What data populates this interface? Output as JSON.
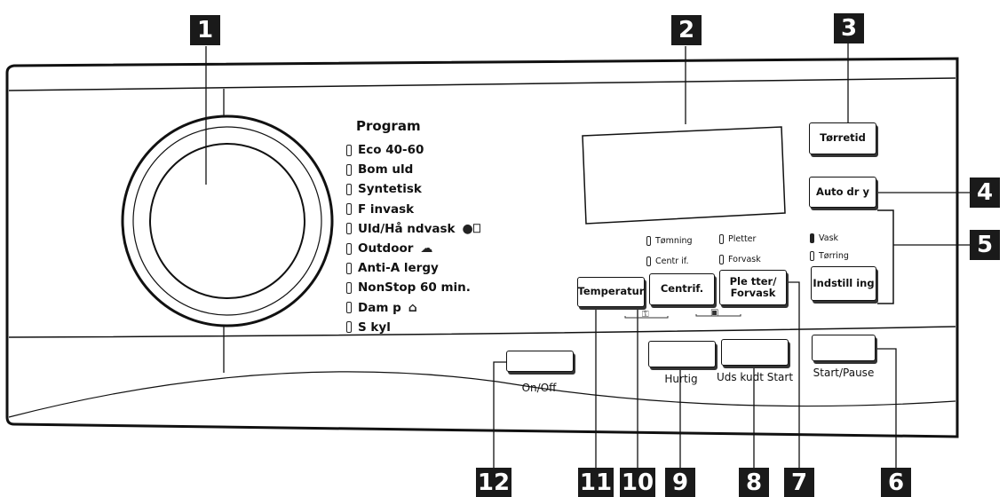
{
  "callouts": [
    "1",
    "2",
    "3",
    "4",
    "5",
    "6",
    "7",
    "8",
    "9",
    "10",
    "11",
    "12"
  ],
  "program": {
    "title": "Program",
    "items": [
      {
        "label": "Eco 40-60",
        "icon": ""
      },
      {
        "label": "Bom uld",
        "icon": ""
      },
      {
        "label": "Syntetisk",
        "icon": ""
      },
      {
        "label": "F invask",
        "icon": ""
      },
      {
        "label": "Uld/Hå ndvask",
        "icon": "wool-handwash-icons"
      },
      {
        "label": "Outdoor",
        "icon": "outdoor-icon"
      },
      {
        "label": "Anti-A lergy",
        "icon": ""
      },
      {
        "label": "NonStop 60 min.",
        "icon": ""
      },
      {
        "label": "Dam p",
        "icon": "steam-icon"
      },
      {
        "label": "S kyl",
        "icon": ""
      }
    ]
  },
  "buttons": {
    "torretid": "Tørretid",
    "autodry": "Auto dr y",
    "indstilling": "Indstill ing",
    "temperatur": "Temperatur",
    "centrif": "Centrif.",
    "pletter_line1": "Ple tter/",
    "pletter_line2": "Forvask"
  },
  "labels": {
    "onoff": "On/Off",
    "hurtig": "Hurtig",
    "udskudt": "Uds kudt Start",
    "startpause": "Start/Pause"
  },
  "indicators": {
    "tomning": "Tømning",
    "centrif": "Centr if.",
    "pletter": "Pletter",
    "forvask": "Forvask",
    "vask": "Vask",
    "torring": "Tørring"
  }
}
